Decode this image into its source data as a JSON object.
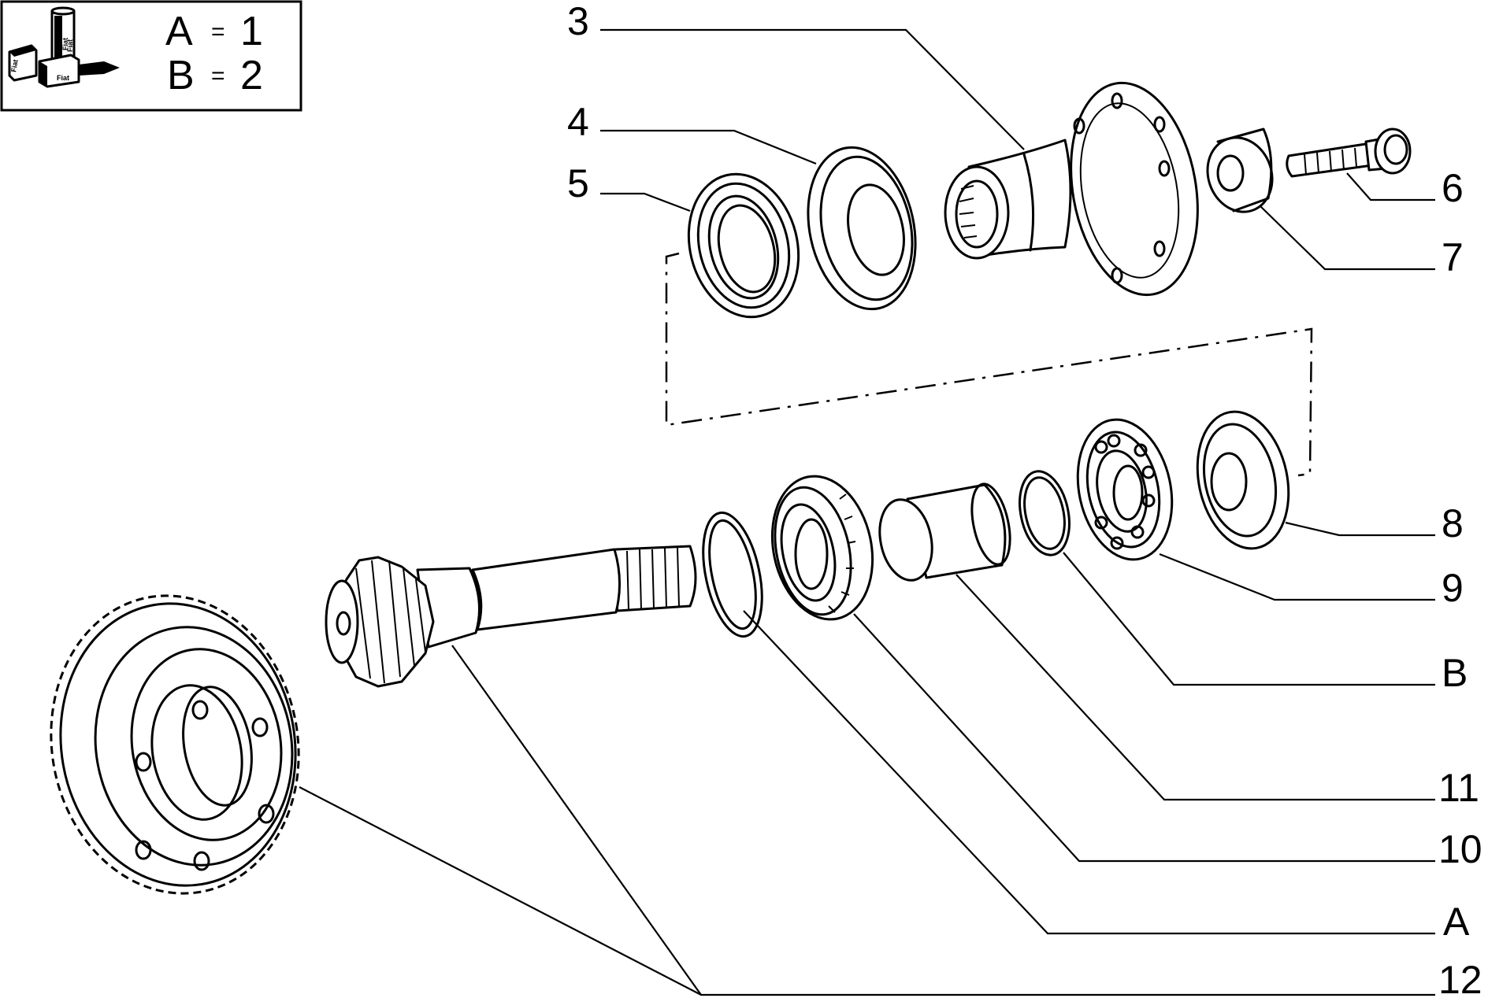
{
  "legend": {
    "rows": [
      {
        "letter": "A",
        "eq": "=",
        "qty": "1"
      },
      {
        "letter": "B",
        "eq": "=",
        "qty": "2"
      }
    ],
    "logo_icon": "fiat-parts-boxes-icon",
    "logo_marks": [
      "Fiat",
      "Fiat",
      "Fiat",
      "Fiat"
    ]
  },
  "callouts": {
    "c3": "3",
    "c4": "4",
    "c5": "5",
    "c6": "6",
    "c7": "7",
    "c8": "8",
    "c9": "9",
    "cB": "B",
    "c11": "11",
    "c10": "10",
    "cA": "A",
    "c12": "12"
  },
  "colors": {
    "ink": "#000000",
    "paper": "#ffffff"
  }
}
